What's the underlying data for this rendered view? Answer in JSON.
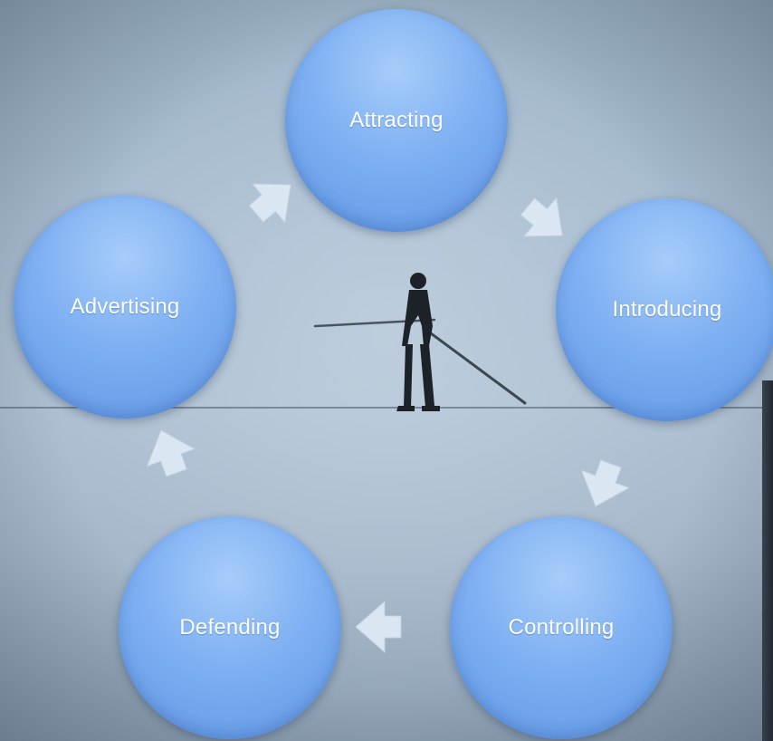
{
  "diagram": {
    "type": "cycle",
    "nodes": [
      {
        "id": "attracting",
        "label": "Attracting"
      },
      {
        "id": "introducing",
        "label": "Introducing"
      },
      {
        "id": "controlling",
        "label": "Controlling"
      },
      {
        "id": "defending",
        "label": "Defending"
      },
      {
        "id": "advertising",
        "label": "Advertising"
      }
    ],
    "edges": [
      {
        "from": "attracting",
        "to": "introducing"
      },
      {
        "from": "introducing",
        "to": "controlling"
      },
      {
        "from": "controlling",
        "to": "defending"
      },
      {
        "from": "defending",
        "to": "advertising"
      },
      {
        "from": "advertising",
        "to": "attracting"
      }
    ],
    "colors": {
      "node_fill": "#7fb0f2",
      "node_text": "#ffffff",
      "arrow_fill": "#dbe6f3",
      "background": "#a9bdd0"
    },
    "background_image": "tightrope-walker-in-fog"
  }
}
